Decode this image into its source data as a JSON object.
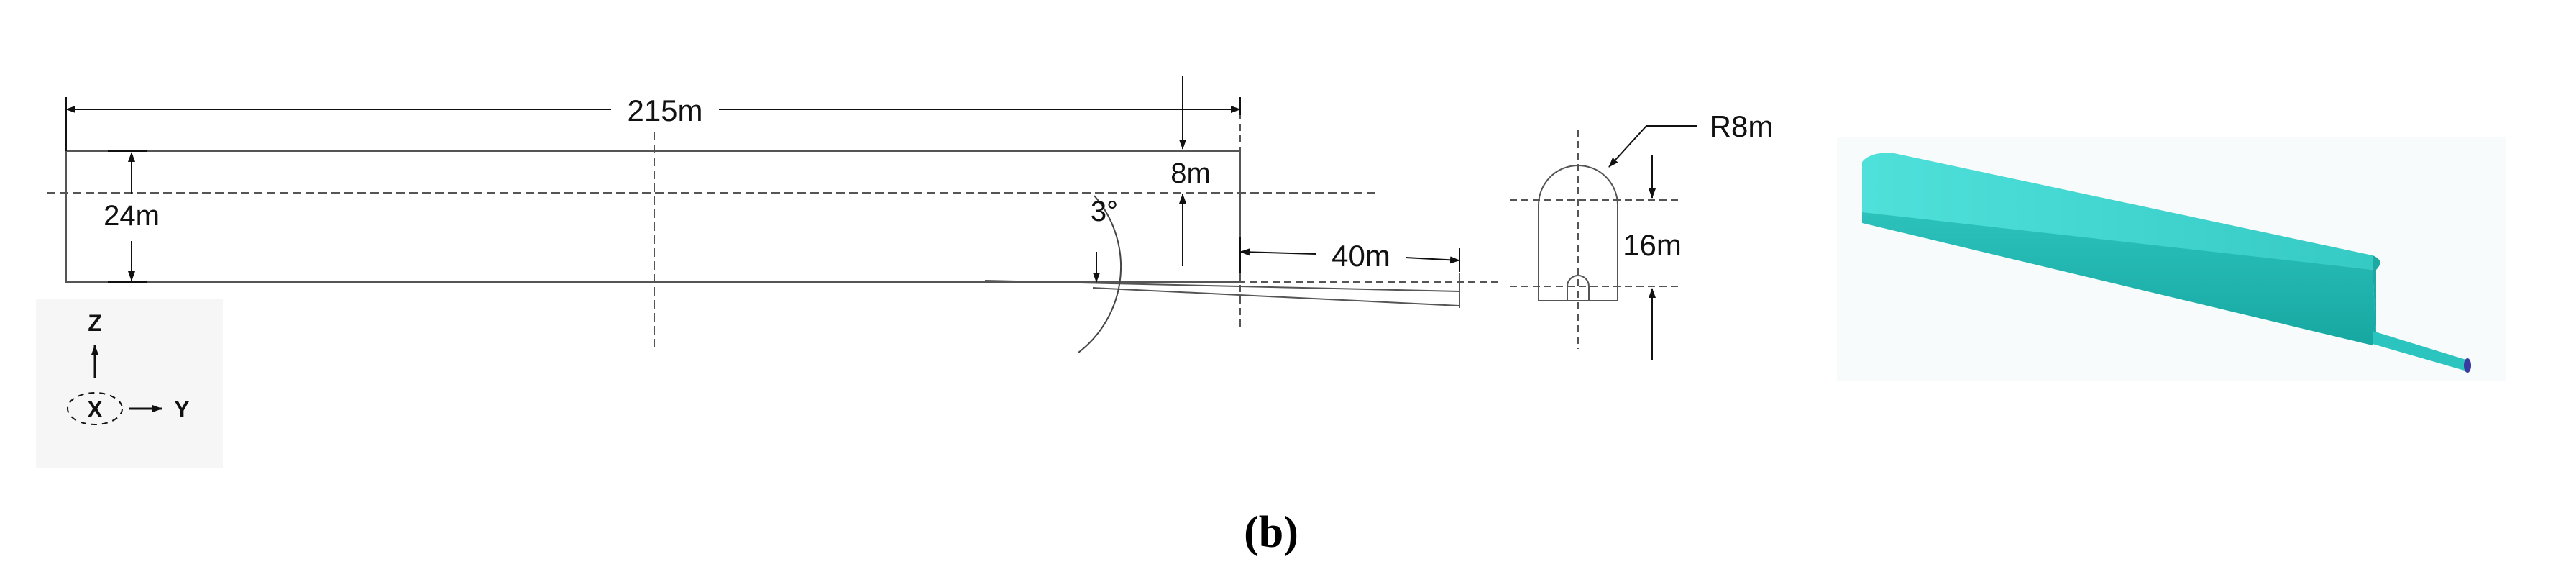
{
  "side_view": {
    "length_label": "215m",
    "height_label": "24m",
    "offset_label": "8m",
    "angle_label": "3°",
    "pipe_length_label": "40m"
  },
  "section_view": {
    "radius_label": "R8m",
    "height_label": "16m"
  },
  "axes": {
    "vertical_label": "Z",
    "center_label": "X",
    "horizontal_label": "Y"
  },
  "caption": "(b)",
  "colors": {
    "line": "#555555",
    "model_top": "#44d6d0",
    "model_side": "#1fb4ae",
    "model_front": "#2bc4be",
    "pipe_end": "#3a3aa0"
  }
}
